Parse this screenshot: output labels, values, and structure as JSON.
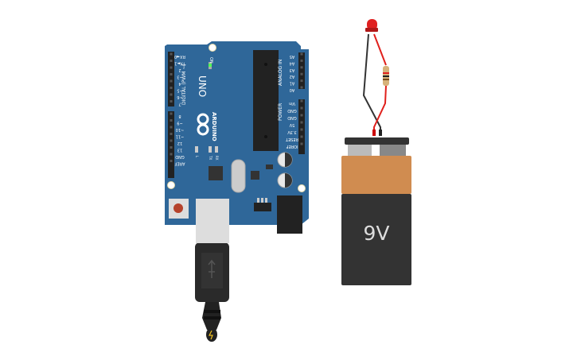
{
  "canvas": {
    "background": "#ffffff"
  },
  "arduino": {
    "board_color": "#2f6799",
    "model": "UNO",
    "brand": "ARDUINO",
    "on_label": "ON",
    "digital_label": "DIGITAL (PWM ~)",
    "analog_label": "ANALOG IN",
    "power_label": "POWER",
    "digital_pins": [
      "RX◄0",
      "TX►1",
      "2",
      "~3",
      "4",
      "~5",
      "~6",
      "7",
      "8",
      "~9",
      "~10",
      "~11",
      "12",
      "13",
      "GND",
      "AREF"
    ],
    "analog_pins": [
      "A5",
      "A4",
      "A3",
      "A2",
      "A1",
      "A0"
    ],
    "power_pins": [
      "Vin",
      "GND",
      "GND",
      "5V",
      "3.3V",
      "RESET",
      "IOREF"
    ],
    "led_labels": [
      "L",
      "TX",
      "RX"
    ]
  },
  "battery": {
    "label": "9V",
    "top_color": "#d08c50",
    "body_color": "#333333"
  },
  "led": {
    "color": "#e02020"
  },
  "resistor": {
    "bands": [
      "#e02020",
      "#222222",
      "#7a4a1a"
    ]
  },
  "wires": {
    "positive": "#e0201c",
    "negative": "#333333"
  }
}
